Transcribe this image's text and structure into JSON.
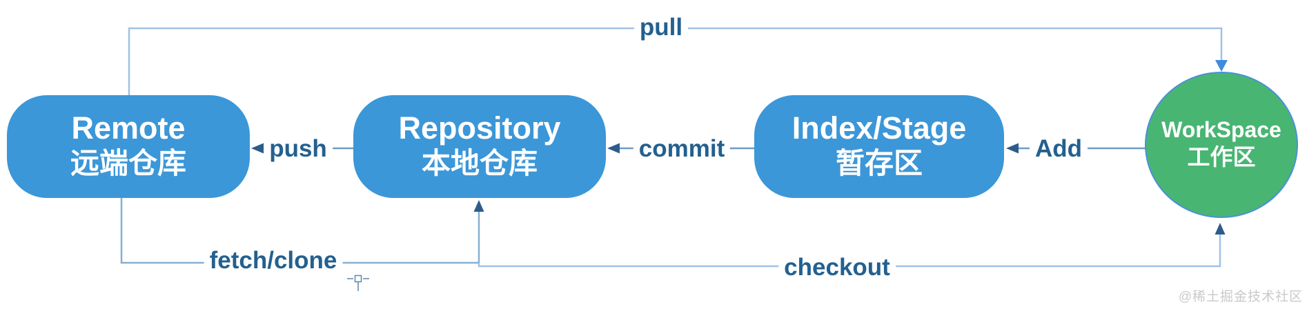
{
  "diagram": {
    "type": "flow-diagram",
    "subject": "git-workflow",
    "nodes": [
      {
        "id": "remote",
        "title": "Remote",
        "subtitle": "远端仓库",
        "shape": "rounded-rect",
        "fill": "#3b97d8",
        "text_color": "#ffffff"
      },
      {
        "id": "repository",
        "title": "Repository",
        "subtitle": "本地仓库",
        "shape": "rounded-rect",
        "fill": "#3b97d8",
        "text_color": "#ffffff"
      },
      {
        "id": "index",
        "title": "Index/Stage",
        "subtitle": "暂存区",
        "shape": "rounded-rect",
        "fill": "#3b97d8",
        "text_color": "#ffffff"
      },
      {
        "id": "workspace",
        "title": "WorkSpace",
        "subtitle": "工作区",
        "shape": "circle",
        "fill": "#49b573",
        "border": "#4a90d9",
        "text_color": "#ffffff"
      }
    ],
    "edges": [
      {
        "label": "pull",
        "from": "remote",
        "to": "workspace",
        "route": "over-the-top"
      },
      {
        "label": "push",
        "from": "repository",
        "to": "remote",
        "route": "straight"
      },
      {
        "label": "commit",
        "from": "index",
        "to": "repository",
        "route": "straight"
      },
      {
        "label": "Add",
        "from": "workspace",
        "to": "index",
        "route": "straight"
      },
      {
        "label": "fetch/clone",
        "from": "remote",
        "to": "repository",
        "route": "under-the-bottom"
      },
      {
        "label": "checkout",
        "from": "repository",
        "to": "workspace",
        "route": "under-the-bottom"
      }
    ],
    "colors": {
      "node_blue": "#3b97d8",
      "node_green": "#49b573",
      "circle_border": "#4a90d9",
      "line_light": "#9fc2e4",
      "line_steel": "#86afd3",
      "line_mid": "#6d9bc3",
      "arrow_dark": "#2d5c8b",
      "arrow_bright": "#3e8cdc",
      "label_text": "#23608f",
      "watermark_gray": "#c9c9c9"
    }
  },
  "watermark": "@稀土掘金技术社区"
}
